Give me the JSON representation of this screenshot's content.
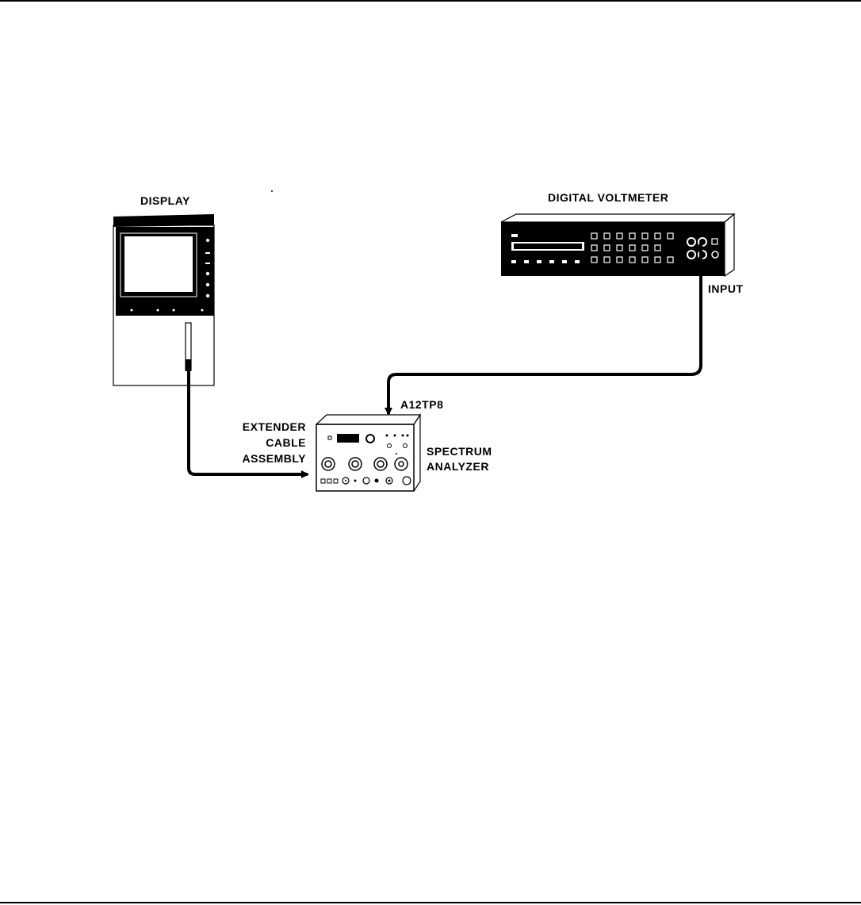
{
  "labels": {
    "display": "DISPLAY",
    "voltmeter": "DIGITAL VOLTMETER",
    "input": "INPUT",
    "test_point": "A12TP8",
    "extender_line1": "EXTENDER",
    "extender_line2": "CABLE",
    "extender_line3": "ASSEMBLY",
    "analyzer_line1": "SPECTRUM",
    "analyzer_line2": "ANALYZER"
  },
  "colors": {
    "ink": "#000000",
    "paper": "#ffffff"
  }
}
